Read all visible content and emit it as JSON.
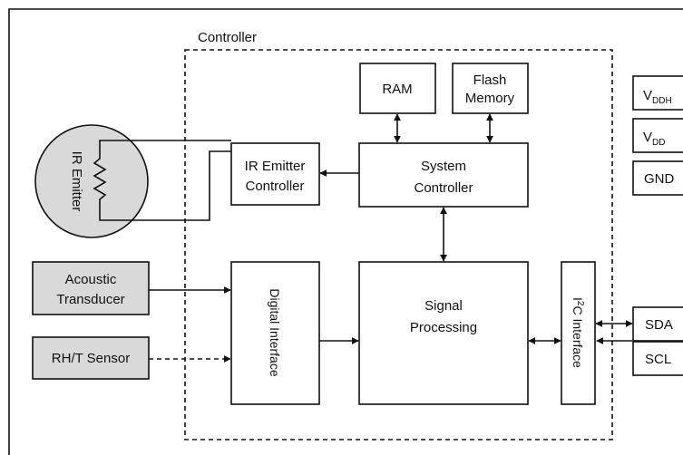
{
  "labels": {
    "controller": "Controller",
    "ram": "RAM",
    "flash_line1": "Flash",
    "flash_line2": "Memory",
    "system_line1": "System",
    "system_line2": "Controller",
    "ir_ctrl_line1": "IR Emitter",
    "ir_ctrl_line2": "Controller",
    "ir_emitter": "IR Emitter",
    "acoustic_line1": "Acoustic",
    "acoustic_line2": "Transducer",
    "rht_sensor": "RH/T Sensor",
    "digital_interface": "Digital Interface",
    "signal_line1": "Signal",
    "signal_line2": "Processing",
    "i2c_prefix": "I",
    "i2c_sup": "2",
    "i2c_suffix": "C Interface",
    "vddh_main": "V",
    "vddh_sub": "DDH",
    "vdd_main": "V",
    "vdd_sub": "DD",
    "gnd": "GND",
    "sda": "SDA",
    "scl": "SCL"
  }
}
